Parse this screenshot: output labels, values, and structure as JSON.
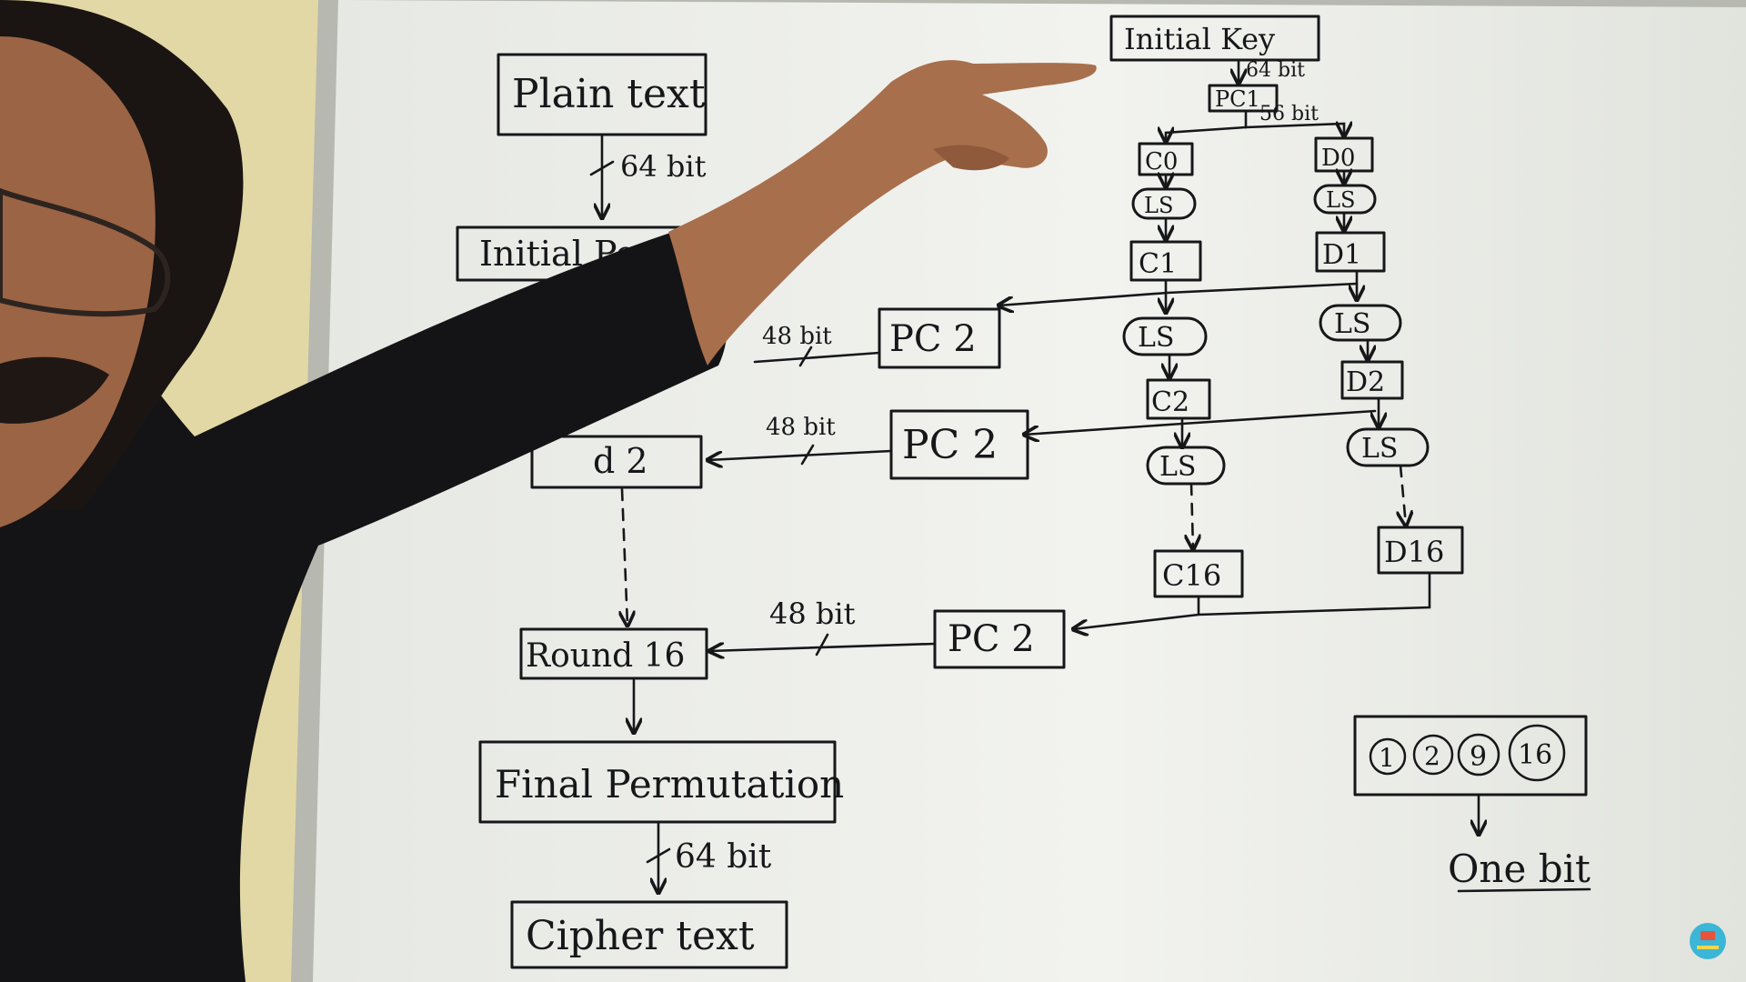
{
  "scene": {
    "description_labels": {
      "plain_text": "Plain text",
      "plain_text_bits": "64 bit",
      "initial_permutation": "Initial Pe",
      "round2": "d 2",
      "round16": "Round 16",
      "final_permutation": "Final Permutation",
      "final_bits": "64 bit",
      "cipher_text": "Cipher text"
    },
    "key_schedule": {
      "initial_key": "Initial Key",
      "key_bits": "64 bit",
      "pc1": "PC1",
      "pc1_bits": "56 bit",
      "c0": "C0",
      "d0": "D0",
      "ls": "LS",
      "c1": "C1",
      "d1": "D1",
      "c2": "C2",
      "d2": "D2",
      "c16": "C16",
      "d16": "D16",
      "pc2": "PC 2",
      "pc2_bits": "48 bit"
    },
    "shift_table": {
      "rounds": [
        "1",
        "2",
        "9",
        "16"
      ],
      "result": "One bit"
    }
  },
  "colors": {
    "wall": "#e2d8a5",
    "board": "#f1f2ee",
    "frame": "#b7b8b0",
    "ink": "#17171a",
    "shirt": "#141416",
    "skin": "#a86f4d",
    "logo": "#3bb6d6"
  }
}
